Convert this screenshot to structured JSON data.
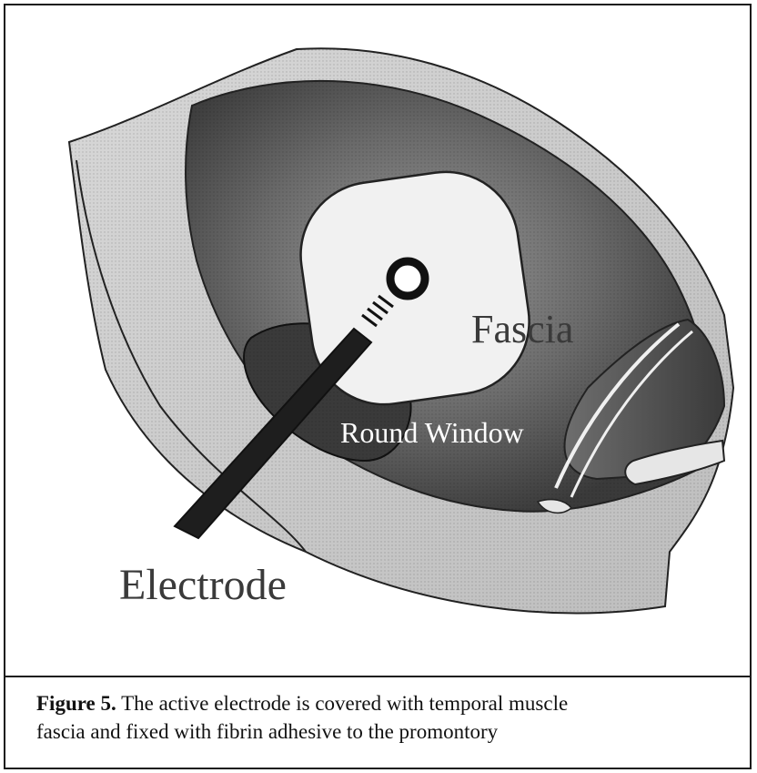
{
  "figure": {
    "labels": {
      "fascia": "Fascia",
      "round_window": "Round Window",
      "electrode": "Electrode"
    }
  },
  "caption": {
    "label": "Figure 5.",
    "text_line1": " The active electrode is covered with temporal muscle",
    "text_line2": "fascia and fixed with fibrin adhesive to the promontory"
  },
  "colors": {
    "ink": "#111111",
    "dark_tissue": "#3a3a3a",
    "mid_tissue": "#8c8c8c",
    "light_tissue": "#d2d2d2",
    "fascia_patch": "#f1f1f1"
  }
}
